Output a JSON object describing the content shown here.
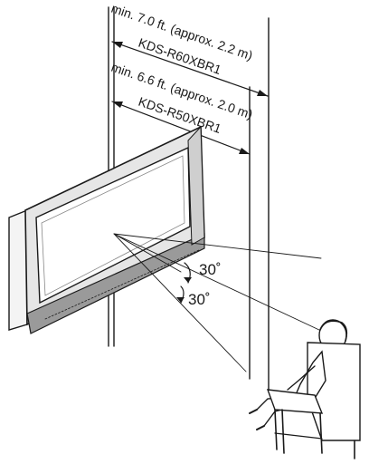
{
  "labels": {
    "r60_distance": "min. 7.0 ft. (approx. 2.2 m)",
    "r60_model": "KDS-R60XBR1",
    "r50_distance": "min. 6.6 ft. (approx. 2.0 m)",
    "r50_model": "KDS-R50XBR1",
    "angle_upper": "30˚",
    "angle_lower": "30˚"
  },
  "colors": {
    "line": "#1a1a1a",
    "background": "#ffffff"
  },
  "icons": [
    "tv-icon",
    "viewer-in-chair-icon",
    "dimension-arrow-icon"
  ]
}
